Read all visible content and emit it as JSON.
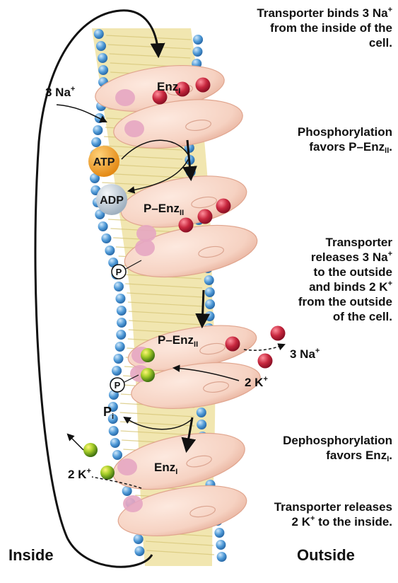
{
  "steps": [
    {
      "lines": [
        {
          "parts": [
            {
              "t": "Transporter binds 3 Na"
            },
            {
              "t": "+",
              "s": "sup"
            }
          ]
        },
        {
          "parts": [
            {
              "t": "from the inside of the"
            }
          ]
        },
        {
          "parts": [
            {
              "t": "cell."
            }
          ]
        }
      ]
    },
    {
      "lines": [
        {
          "parts": [
            {
              "t": "Phosphorylation"
            }
          ]
        },
        {
          "parts": [
            {
              "t": "favors P–Enz"
            },
            {
              "t": "II",
              "s": "sub"
            },
            {
              "t": "."
            }
          ]
        }
      ]
    },
    {
      "lines": [
        {
          "parts": [
            {
              "t": "Transporter"
            }
          ]
        },
        {
          "parts": [
            {
              "t": "releases 3 Na"
            },
            {
              "t": "+",
              "s": "sup"
            }
          ]
        },
        {
          "parts": [
            {
              "t": "to the outside"
            }
          ]
        },
        {
          "parts": [
            {
              "t": "and binds 2 K"
            },
            {
              "t": "+",
              "s": "sup"
            }
          ]
        },
        {
          "parts": [
            {
              "t": "from the outside"
            }
          ]
        },
        {
          "parts": [
            {
              "t": "of the cell."
            }
          ]
        }
      ]
    },
    {
      "lines": [
        {
          "parts": [
            {
              "t": "Dephosphorylation"
            }
          ]
        },
        {
          "parts": [
            {
              "t": "favors Enz"
            },
            {
              "t": "I",
              "s": "sub"
            },
            {
              "t": "."
            }
          ]
        }
      ]
    },
    {
      "lines": [
        {
          "parts": [
            {
              "t": "Transporter releases"
            }
          ]
        },
        {
          "parts": [
            {
              "t": "2 K"
            },
            {
              "t": "+",
              "s": "sup"
            },
            {
              "t": " to the inside."
            }
          ]
        }
      ]
    }
  ],
  "sides": {
    "inside": "Inside",
    "outside": "Outside"
  },
  "labels": {
    "na_in": {
      "base": "3 Na",
      "sup": "+"
    },
    "enz1_top": {
      "base": "Enz",
      "sub": "I"
    },
    "atp": "ATP",
    "adp": "ADP",
    "penz_1": {
      "base": "P–Enz",
      "sub": "II"
    },
    "p_1": "P",
    "penz_2": {
      "base": "P–Enz",
      "sub": "II"
    },
    "na_out": {
      "base": "3 Na",
      "sup": "+"
    },
    "k_out": {
      "base": "2 K",
      "sup": "+"
    },
    "p_2": "P",
    "pi": {
      "base": "P",
      "sub": "i"
    },
    "k_in": {
      "base": "2 K",
      "sup": "+"
    },
    "enz1_bottom": {
      "base": "Enz",
      "sub": "I"
    }
  },
  "colors": {
    "enzyme_fill": "#f6d2c2",
    "enzyme_stroke": "#e0a58e",
    "sodium_ion": "#c8283f",
    "potassium_ion": "#8fb81c",
    "atp": "#f0a02a",
    "adp": "#c9d3dc",
    "lipid_head": "#4d98d6",
    "lipid_tail": "#efe2a2"
  }
}
